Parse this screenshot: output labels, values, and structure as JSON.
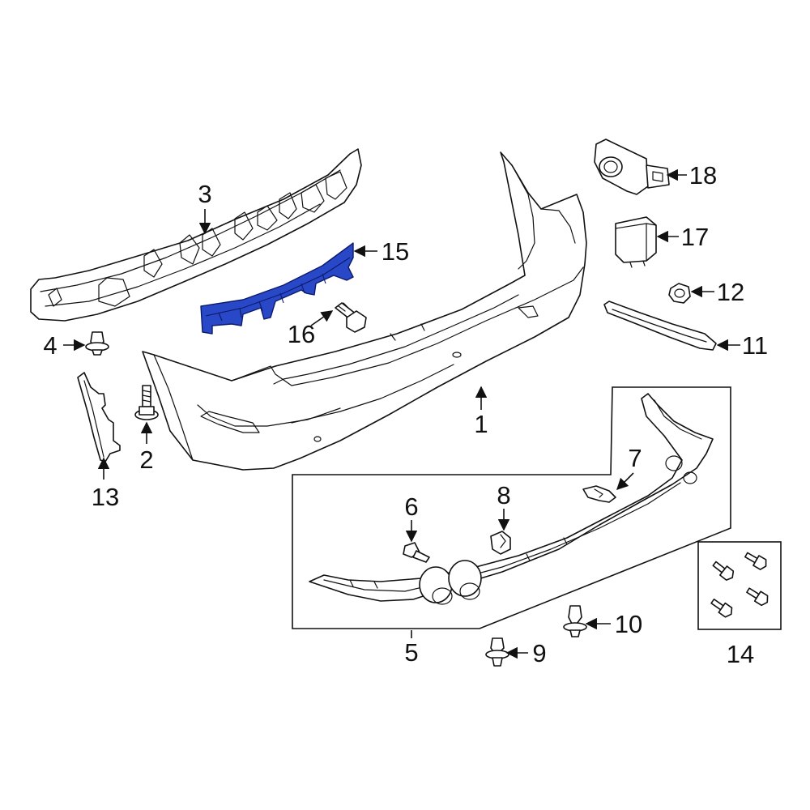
{
  "colors": {
    "line": "#111111",
    "background": "#ffffff",
    "highlight": "#2948c8"
  },
  "callouts": {
    "c1": "1",
    "c2": "2",
    "c3": "3",
    "c4": "4",
    "c5": "5",
    "c6": "6",
    "c7": "7",
    "c8": "8",
    "c9": "9",
    "c10": "10",
    "c11": "11",
    "c12": "12",
    "c13": "13",
    "c14": "14",
    "c15": "15",
    "c16": "16",
    "c17": "17",
    "c18": "18"
  },
  "highlighted_part": "15"
}
